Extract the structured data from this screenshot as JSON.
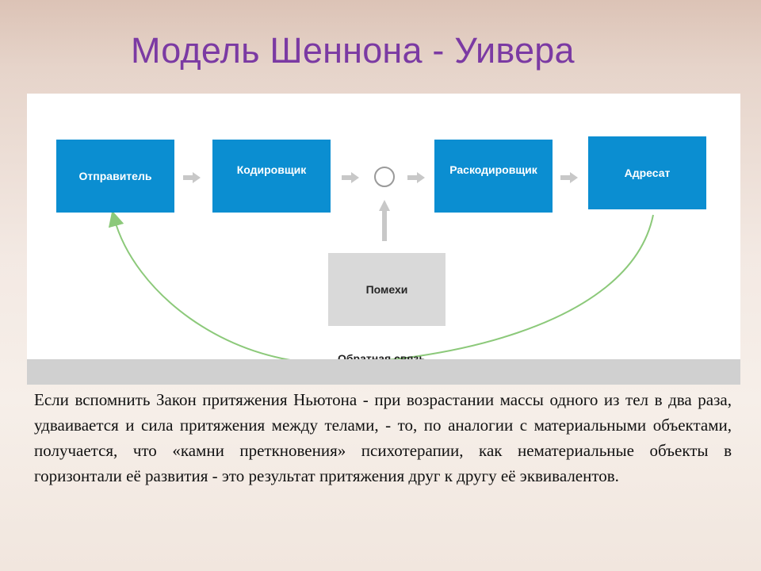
{
  "slide": {
    "title": "Модель Шеннона - Уивера"
  },
  "diagram": {
    "boxes": {
      "sender": "Отправитель",
      "encoder": "Кодировщик",
      "decoder": "Раскодировщик",
      "receiver": "Адресат",
      "noise": "Помехи"
    },
    "feedback_label": "Обратная связь",
    "colors": {
      "box_blue": "#0b8ed1",
      "noise_gray": "#d9d9d9",
      "arrow_gray": "#c8c8c8",
      "feedback_green": "#8cc97a"
    }
  },
  "text": {
    "paragraph": "Если вспомнить Закон притяжения Ньютона - при возрастании массы одного из тел в два раза, удваивается и сила притяжения между телами, -  то, по аналогии с материальными объектами, получается, что «камни преткновения»  психотерапии, как нематериальные объекты в горизонтали её развития  - это результат притяжения друг к другу её  эквивалентов."
  }
}
